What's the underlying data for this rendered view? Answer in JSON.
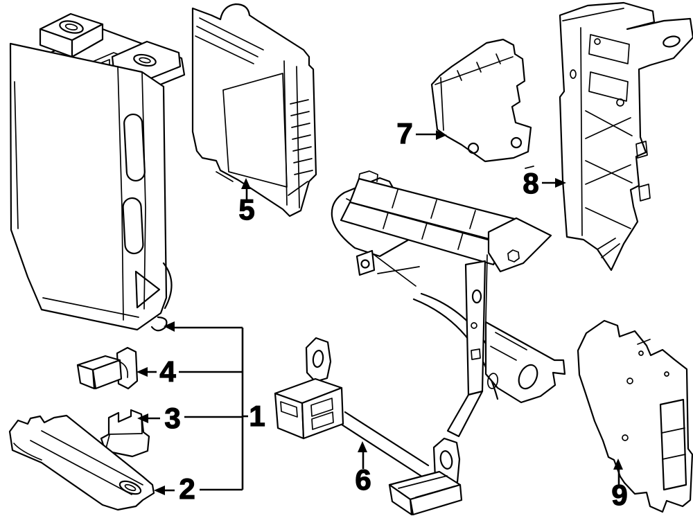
{
  "diagram": {
    "kind": "exploded-parts-line-diagram",
    "background_color": "#ffffff",
    "line_color": "#000000",
    "callouts": [
      {
        "label": "1"
      },
      {
        "label": "2"
      },
      {
        "label": "3"
      },
      {
        "label": "4"
      },
      {
        "label": "5"
      },
      {
        "label": "6"
      },
      {
        "label": "7"
      },
      {
        "label": "8"
      },
      {
        "label": "9"
      }
    ]
  }
}
